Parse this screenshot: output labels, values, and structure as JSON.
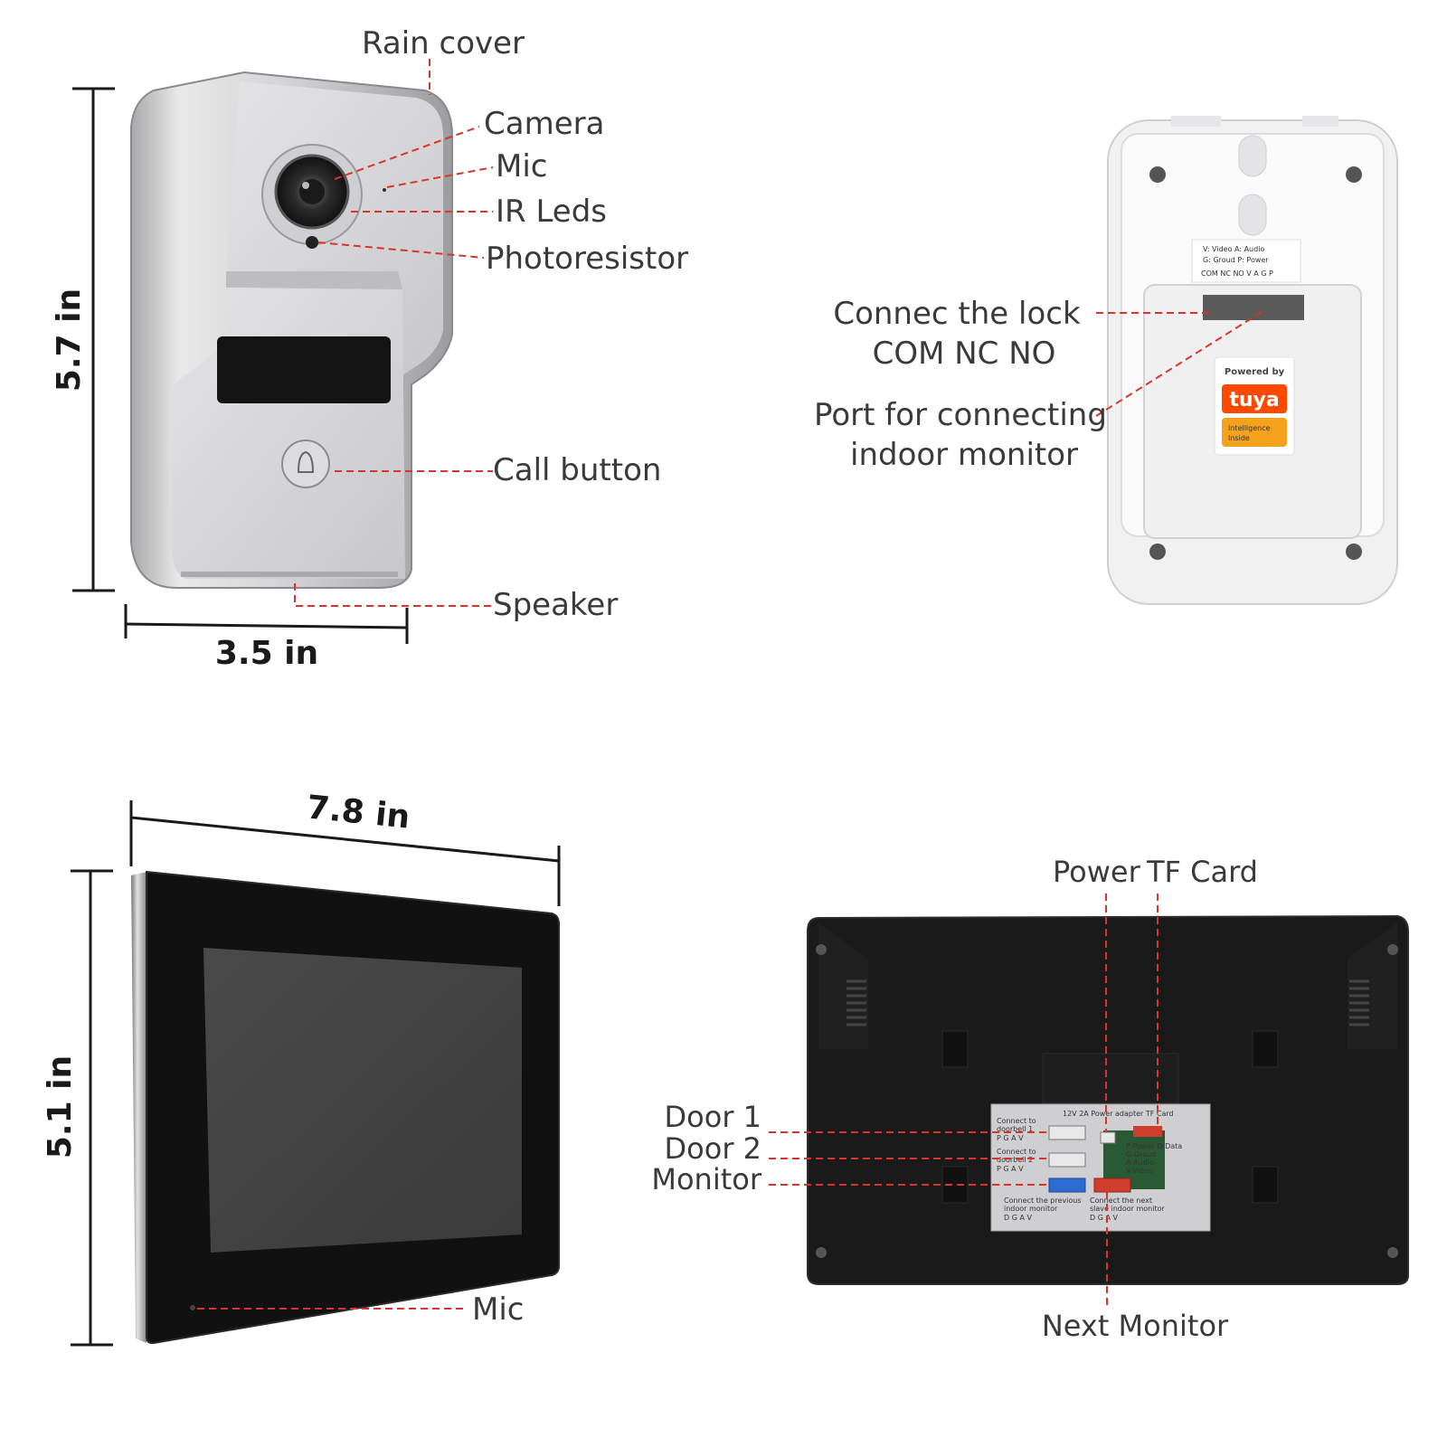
{
  "doorbell_front": {
    "labels": {
      "rain_cover": "Rain cover",
      "camera": "Camera",
      "mic": "Mic",
      "ir_leds": "IR Leds",
      "photoresistor": "Photoresistor",
      "call_button": "Call button",
      "speaker": "Speaker"
    },
    "height": "5.7 in",
    "width": "3.5 in"
  },
  "doorbell_back": {
    "labels": {
      "lock_line1": "Connec the lock",
      "lock_line2": "COM NC NO",
      "port_line1": "Port for connecting",
      "port_line2": "indoor monitor"
    },
    "sticker": {
      "line1": "V: Video    A: Audio",
      "line2": "G: Groud    P: Power",
      "line3": "COM NC NO  V A G P"
    },
    "badge": {
      "top": "Powered by",
      "brand": "tuya",
      "bottom1": "Intelligence",
      "bottom2": "Inside"
    }
  },
  "monitor_front": {
    "width": "7.8 in",
    "height": "5.1 in",
    "labels": {
      "mic": "Mic"
    }
  },
  "monitor_back": {
    "labels": {
      "power": "Power",
      "tf_card": "TF Card",
      "door1": "Door 1",
      "door2": "Door 2",
      "monitor": "Monitor",
      "next_monitor": "Next Monitor"
    },
    "panel": {
      "header": "12V 2A Power adapter   TF Card",
      "door1_a": "Connect to",
      "door1_b": "doorbell 1",
      "door1_pins": "P G A V",
      "door2_a": "Connect to",
      "door2_b": "doorbell 2",
      "door2_pins": "P G A V",
      "legend1": "P:Power  D:Data",
      "legend2": "G:Groud",
      "legend3": "A:Audio",
      "legend4": "V:Video",
      "prev_a": "Connect the previous",
      "prev_b": "indoor monitor",
      "prev_pins": "D G A V",
      "next_a": "Connect the next",
      "next_b": "slave indoor monitor",
      "next_pins": "D G A V"
    }
  },
  "colors": {
    "leader": "#d9342b",
    "tuya_orange": "#ff4800",
    "label_text": "#3a3a3a"
  }
}
